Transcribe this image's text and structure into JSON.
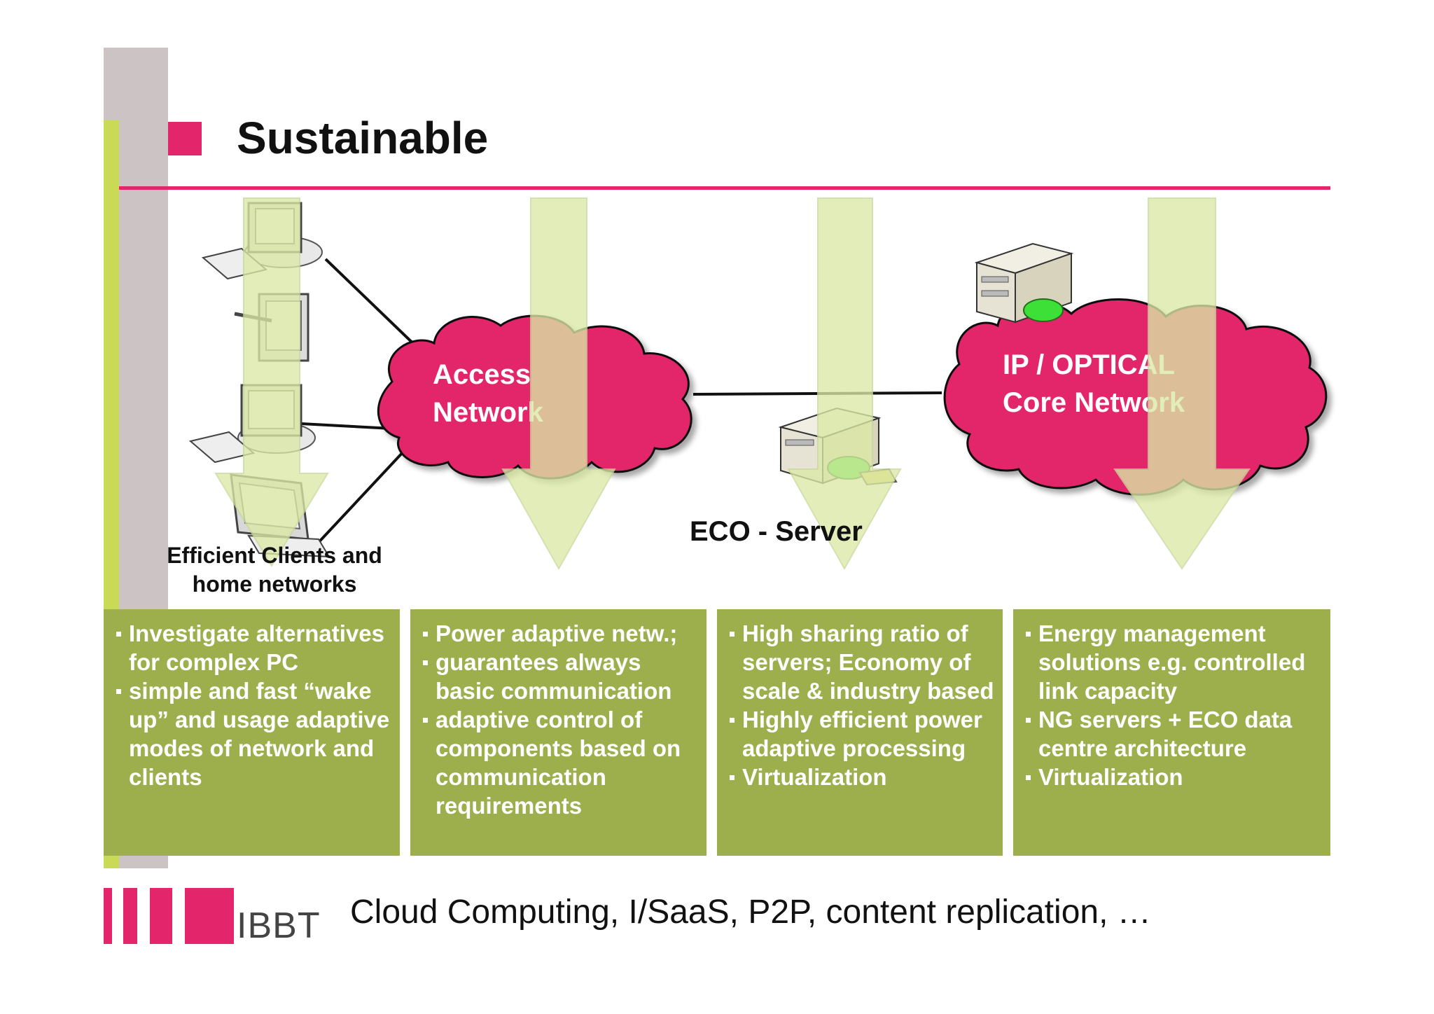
{
  "slide": {
    "title": "Sustainable",
    "footer_text": "Cloud Computing, I/SaaS, P2P, content replication, …",
    "logo_text": "IBBT"
  },
  "diagram": {
    "access_network": [
      "Access",
      "Network"
    ],
    "core_network": [
      "IP / OPTICAL",
      "Core Network"
    ],
    "eco_server_label": "ECO - Server",
    "clients_label": [
      "Efficient Clients and",
      "home networks"
    ]
  },
  "boxes": [
    {
      "items": [
        "Investigate alternatives for complex PC",
        "simple and fast “wake up” and usage adaptive modes of network and clients"
      ]
    },
    {
      "items": [
        "Power adaptive netw.;",
        "guarantees always basic communication",
        "adaptive control of components based on communication requirements"
      ]
    },
    {
      "items": [
        "High sharing ratio of servers; Economy of scale & industry based",
        "Highly efficient power adaptive processing",
        "Virtualization"
      ]
    },
    {
      "items": [
        "Energy management solutions e.g. controlled link capacity",
        "NG servers + ECO data centre architecture",
        "Virtualization"
      ]
    }
  ],
  "colors": {
    "accent_pink": "#e3266b",
    "box_green": "#9caf4c",
    "arrow_green": "#dbe9a6",
    "side_gray": "#cbc3c4",
    "side_yellow": "#c9da57"
  }
}
